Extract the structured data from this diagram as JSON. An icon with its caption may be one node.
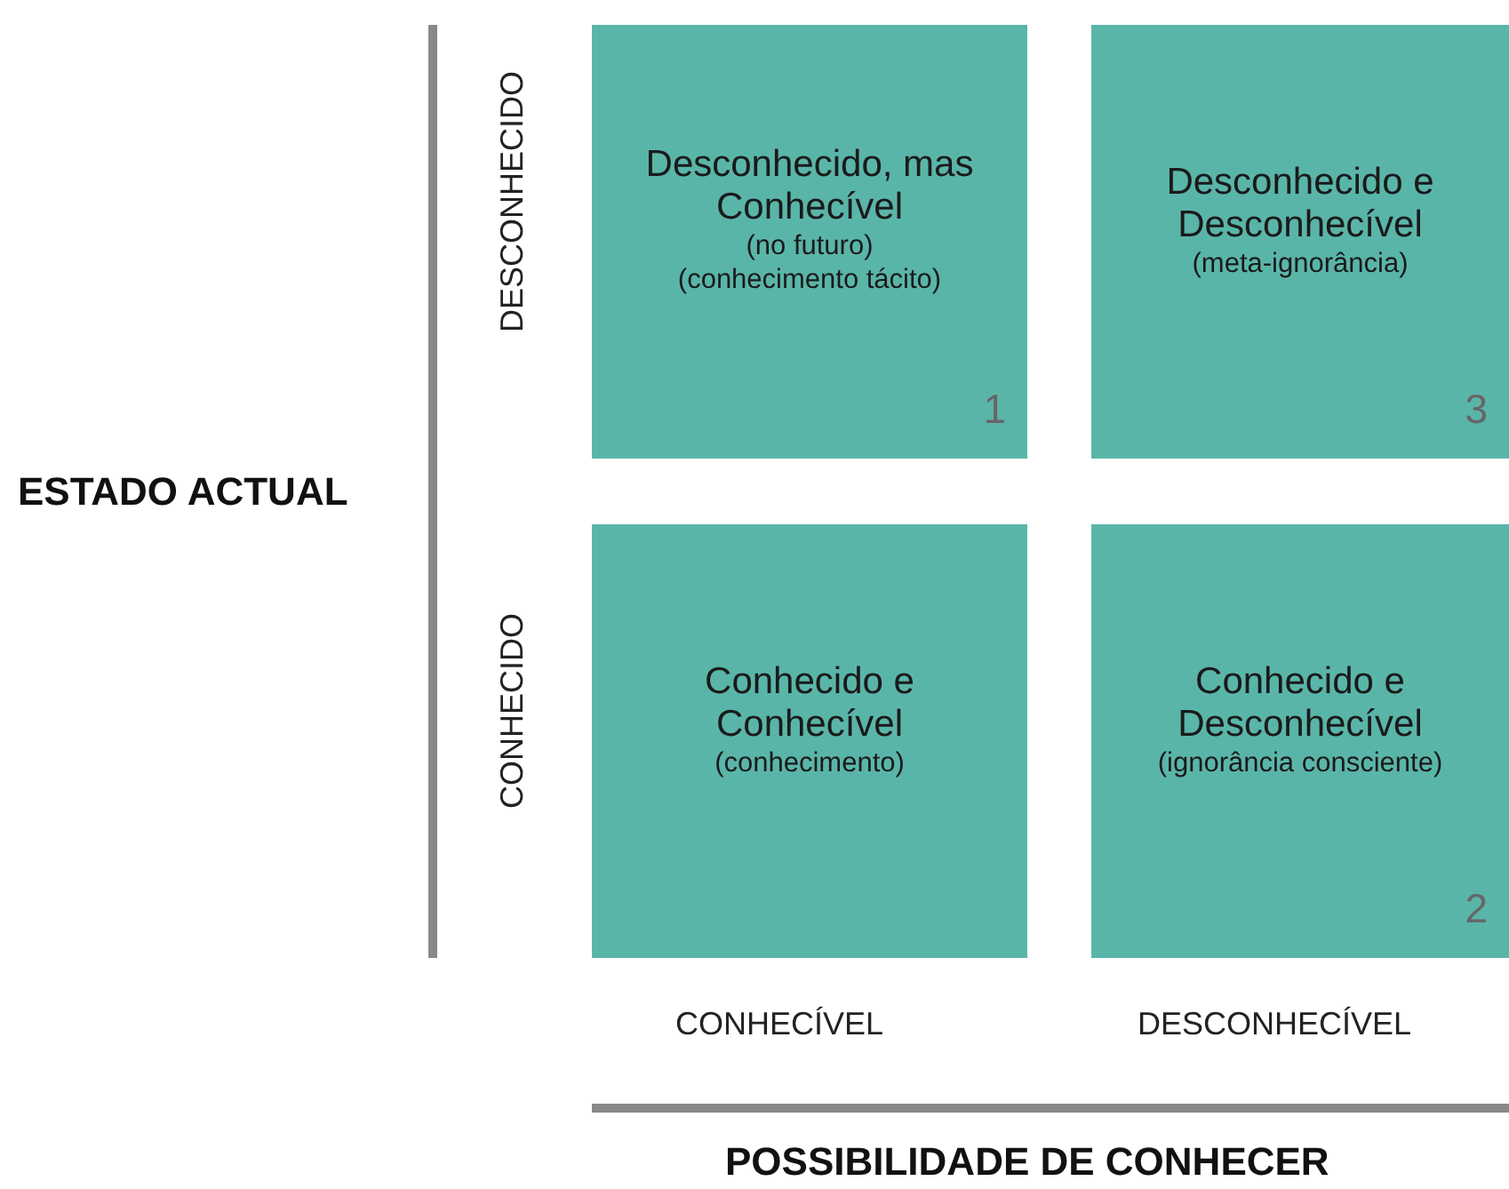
{
  "diagram": {
    "nodes": [
      {
        "text": [
          "Desconhecido, mas Conhecível",
          "(no futuro)",
          "(conhecimento tácito)",
          "1"
        ]
      },
      {
        "text": [
          "Desconhecido e Desconhecível",
          "(meta-ignorância)",
          "3"
        ]
      },
      {
        "text": [
          "Conhecido e Conhecível",
          "(conhecimento)"
        ]
      },
      {
        "text": [
          "Conhecido e Desconhecível",
          "(ignorância consciente)",
          "2"
        ]
      }
    ],
    "labels": [
      "ESTADO ACTUAL",
      "DESCONHECIDO",
      "CONHECIDO",
      "CONHECÍVEL",
      "DESCONHECÍVEL",
      "POSSIBILIDADE DE CONHECER"
    ]
  }
}
